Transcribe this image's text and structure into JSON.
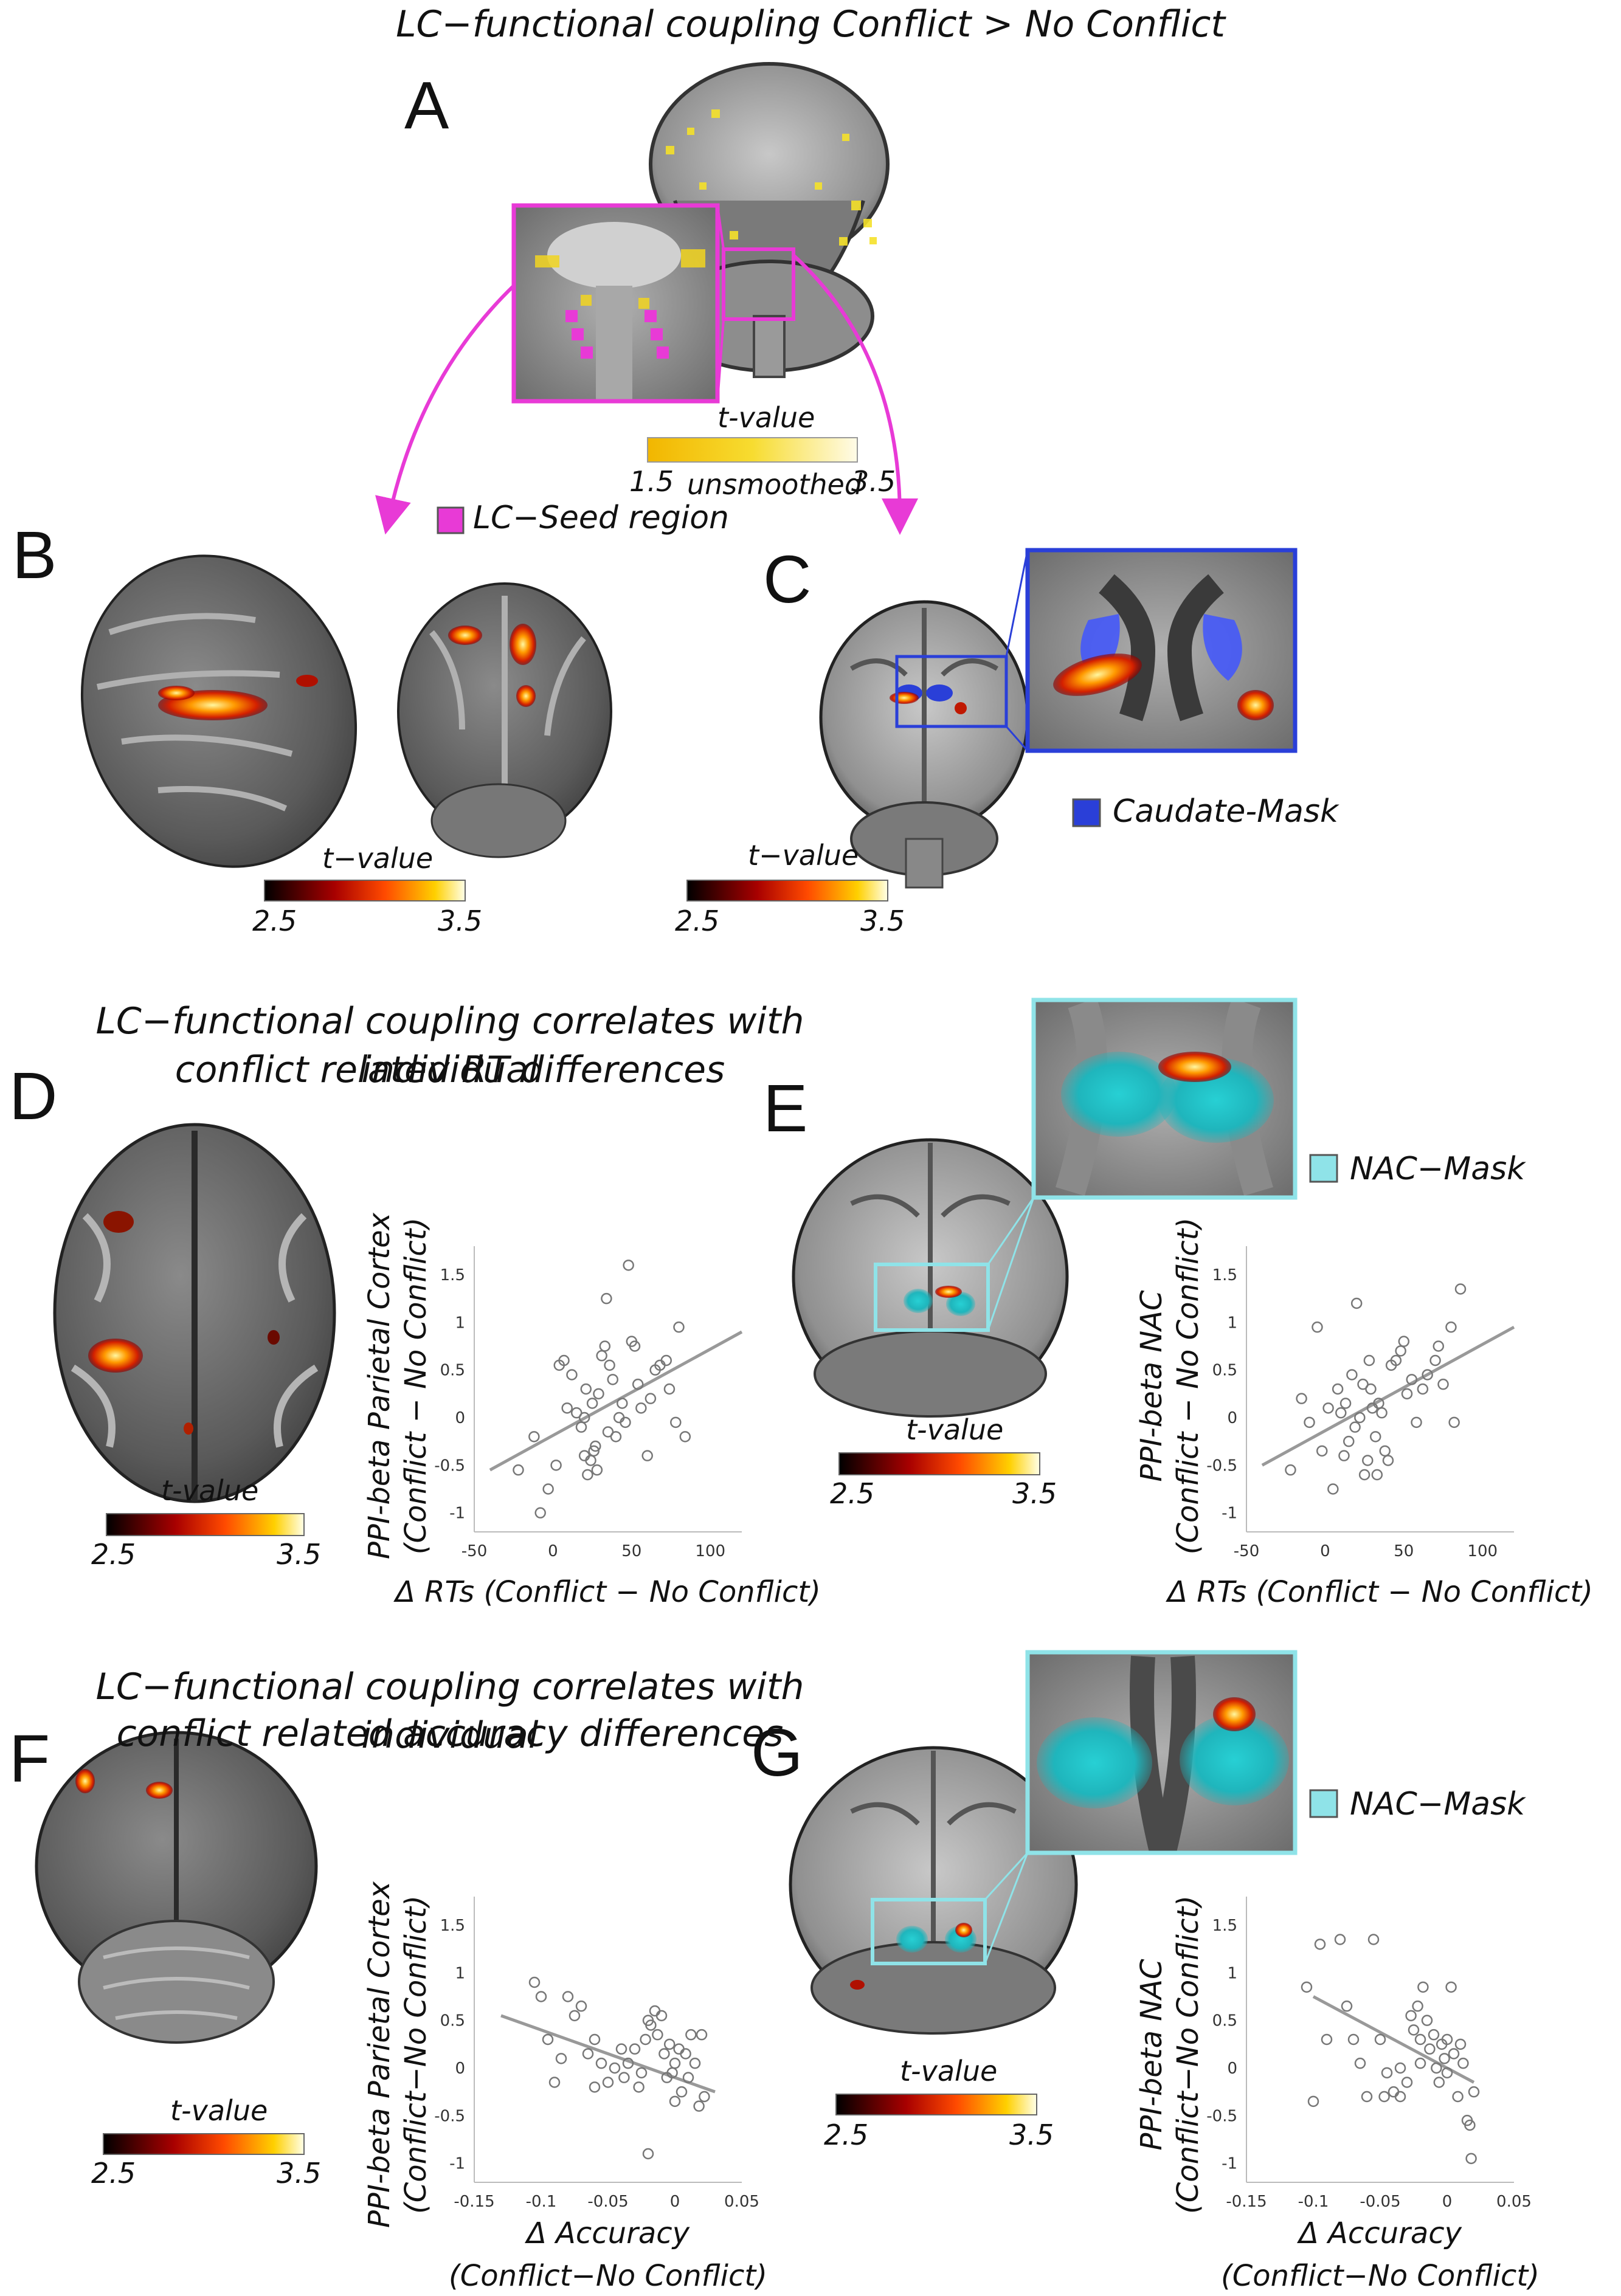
{
  "figure_title": "LC−functional coupling Conflict > No Conflict",
  "panels": {
    "A": {
      "letter": "A",
      "cbar_title": "t-value",
      "cbar_min": "1.5",
      "cbar_note": "unsmoothed",
      "cbar_max": "3.5",
      "legend": "LC−Seed region"
    },
    "B": {
      "letter": "B",
      "cbar_title": "t−value",
      "cbar_min": "2.5",
      "cbar_max": "3.5"
    },
    "C": {
      "letter": "C",
      "cbar_title": "t−value",
      "cbar_min": "2.5",
      "cbar_max": "3.5",
      "legend": "Caudate-Mask"
    },
    "D": {
      "letter": "D",
      "cbar_title": "t-value",
      "cbar_min": "2.5",
      "cbar_max": "3.5"
    },
    "E": {
      "letter": "E",
      "cbar_title": "t-value",
      "cbar_min": "2.5",
      "cbar_max": "3.5",
      "legend": "NAC−Mask"
    },
    "F": {
      "letter": "F",
      "cbar_title": "t-value",
      "cbar_min": "2.5",
      "cbar_max": "3.5"
    },
    "G": {
      "letter": "G",
      "cbar_title": "t-value",
      "cbar_min": "2.5",
      "cbar_max": "3.5",
      "legend": "NAC−Mask"
    }
  },
  "section_titles": {
    "rt_line1": "LC−functional coupling correlates with individual",
    "rt_line2": "conflict related RT differences",
    "acc_line1": "LC−functional coupling correlates with individual",
    "acc_line2": "conflict related accuracy differences"
  },
  "colors": {
    "magenta": "#e83ad6",
    "blue": "#2a3fd8",
    "cyan_mask": "#8fe3e8",
    "scatter": "#777777",
    "fit": "#999999"
  },
  "chart_data": [
    {
      "type": "scatter",
      "id": "D",
      "xlabel": "Δ RTs (Conflict  −  No Conflict)",
      "ylabel_line1": "PPI-beta Parietal Cortex",
      "ylabel_line2": "(Conflict  −  No Conflict)",
      "xlim": [
        -50,
        120
      ],
      "ylim": [
        -1.2,
        1.8
      ],
      "xticks": [
        -50,
        0,
        50,
        100
      ],
      "yticks": [
        -1,
        -0.5,
        0,
        0.5,
        1,
        1.5
      ],
      "fit": [
        [
          -40,
          -0.55
        ],
        [
          120,
          0.9
        ]
      ],
      "points": [
        [
          -8,
          -1.0
        ],
        [
          -3,
          -0.75
        ],
        [
          2,
          -0.5
        ],
        [
          4,
          0.55
        ],
        [
          7,
          0.6
        ],
        [
          9,
          0.1
        ],
        [
          12,
          0.45
        ],
        [
          15,
          0.05
        ],
        [
          18,
          -0.1
        ],
        [
          20,
          -0.4
        ],
        [
          21,
          0.3
        ],
        [
          22,
          -0.6
        ],
        [
          24,
          -0.45
        ],
        [
          25,
          0.15
        ],
        [
          27,
          -0.3
        ],
        [
          29,
          0.25
        ],
        [
          31,
          0.65
        ],
        [
          33,
          0.75
        ],
        [
          34,
          1.25
        ],
        [
          35,
          -0.15
        ],
        [
          36,
          0.55
        ],
        [
          38,
          0.4
        ],
        [
          40,
          -0.2
        ],
        [
          42,
          0.0
        ],
        [
          44,
          0.15
        ],
        [
          46,
          -0.05
        ],
        [
          48,
          1.6
        ],
        [
          50,
          0.8
        ],
        [
          52,
          0.75
        ],
        [
          54,
          0.35
        ],
        [
          56,
          0.1
        ],
        [
          60,
          -0.4
        ],
        [
          62,
          0.2
        ],
        [
          65,
          0.5
        ],
        [
          68,
          0.55
        ],
        [
          72,
          0.6
        ],
        [
          74,
          0.3
        ],
        [
          78,
          -0.05
        ],
        [
          80,
          0.95
        ],
        [
          84,
          -0.2
        ],
        [
          -22,
          -0.55
        ],
        [
          -12,
          -0.2
        ],
        [
          28,
          -0.55
        ],
        [
          26,
          -0.35
        ],
        [
          20,
          0.0
        ]
      ]
    },
    {
      "type": "scatter",
      "id": "E",
      "xlabel": "Δ RTs (Conflict  −  No Conflict)",
      "ylabel_line1": "PPI-beta NAC",
      "ylabel_line2": "(Conflict  −  No Conflict)",
      "xlim": [
        -50,
        120
      ],
      "ylim": [
        -1.2,
        1.8
      ],
      "xticks": [
        -50,
        0,
        50,
        100
      ],
      "yticks": [
        -1,
        -0.5,
        0,
        0.5,
        1,
        1.5
      ],
      "fit": [
        [
          -40,
          -0.5
        ],
        [
          120,
          0.95
        ]
      ],
      "points": [
        [
          -22,
          -0.55
        ],
        [
          -10,
          -0.05
        ],
        [
          -5,
          0.95
        ],
        [
          -2,
          -0.35
        ],
        [
          2,
          0.1
        ],
        [
          5,
          -0.75
        ],
        [
          8,
          0.3
        ],
        [
          10,
          0.05
        ],
        [
          13,
          0.15
        ],
        [
          15,
          -0.25
        ],
        [
          17,
          0.45
        ],
        [
          19,
          -0.1
        ],
        [
          20,
          1.2
        ],
        [
          22,
          0.0
        ],
        [
          24,
          0.35
        ],
        [
          25,
          -0.6
        ],
        [
          27,
          -0.45
        ],
        [
          29,
          0.3
        ],
        [
          30,
          0.1
        ],
        [
          32,
          -0.2
        ],
        [
          34,
          0.15
        ],
        [
          36,
          0.05
        ],
        [
          38,
          -0.35
        ],
        [
          40,
          -0.45
        ],
        [
          42,
          0.55
        ],
        [
          45,
          0.6
        ],
        [
          48,
          0.7
        ],
        [
          50,
          0.8
        ],
        [
          52,
          0.25
        ],
        [
          55,
          0.4
        ],
        [
          58,
          -0.05
        ],
        [
          62,
          0.3
        ],
        [
          65,
          0.45
        ],
        [
          70,
          0.6
        ],
        [
          72,
          0.75
        ],
        [
          75,
          0.35
        ],
        [
          80,
          0.95
        ],
        [
          82,
          -0.05
        ],
        [
          86,
          1.35
        ],
        [
          -15,
          0.2
        ],
        [
          12,
          -0.4
        ],
        [
          28,
          0.6
        ],
        [
          33,
          -0.6
        ]
      ]
    },
    {
      "type": "scatter",
      "id": "F",
      "xlabel_line1": "Δ Accuracy",
      "xlabel_line2": "(Conflict−No Conflict)",
      "ylabel_line1": "PPI-beta Parietal Cortex",
      "ylabel_line2": "(Conflict−No Conflict)",
      "xlim": [
        -0.15,
        0.05
      ],
      "ylim": [
        -1.2,
        1.8
      ],
      "xticks": [
        -0.15,
        -0.1,
        -0.05,
        0,
        0.05
      ],
      "yticks": [
        -1,
        -0.5,
        0,
        0.5,
        1,
        1.5
      ],
      "fit": [
        [
          -0.13,
          0.55
        ],
        [
          0.03,
          -0.25
        ]
      ],
      "points": [
        [
          -0.105,
          0.9
        ],
        [
          -0.1,
          0.75
        ],
        [
          -0.095,
          0.3
        ],
        [
          -0.09,
          -0.15
        ],
        [
          -0.08,
          0.75
        ],
        [
          -0.075,
          0.55
        ],
        [
          -0.07,
          0.65
        ],
        [
          -0.065,
          0.15
        ],
        [
          -0.06,
          0.3
        ],
        [
          -0.055,
          0.05
        ],
        [
          -0.05,
          -0.15
        ],
        [
          -0.045,
          0.0
        ],
        [
          -0.04,
          0.2
        ],
        [
          -0.038,
          -0.1
        ],
        [
          -0.035,
          0.05
        ],
        [
          -0.03,
          0.2
        ],
        [
          -0.027,
          -0.2
        ],
        [
          -0.025,
          -0.05
        ],
        [
          -0.022,
          0.3
        ],
        [
          -0.02,
          0.5
        ],
        [
          -0.018,
          0.45
        ],
        [
          -0.015,
          0.6
        ],
        [
          -0.013,
          0.35
        ],
        [
          -0.01,
          0.55
        ],
        [
          -0.008,
          0.15
        ],
        [
          -0.006,
          -0.1
        ],
        [
          -0.004,
          0.25
        ],
        [
          -0.002,
          -0.05
        ],
        [
          0.0,
          0.05
        ],
        [
          0.003,
          0.2
        ],
        [
          0.005,
          -0.25
        ],
        [
          0.008,
          0.15
        ],
        [
          0.01,
          -0.1
        ],
        [
          0.012,
          0.35
        ],
        [
          0.015,
          0.05
        ],
        [
          0.018,
          -0.4
        ],
        [
          0.02,
          0.35
        ],
        [
          0.022,
          -0.3
        ],
        [
          -0.02,
          -0.9
        ],
        [
          -0.06,
          -0.2
        ],
        [
          -0.085,
          0.1
        ],
        [
          0.0,
          -0.35
        ]
      ]
    },
    {
      "type": "scatter",
      "id": "G",
      "xlabel_line1": "Δ Accuracy",
      "xlabel_line2": "(Conflict−No Conflict)",
      "ylabel_line1": "PPI-beta NAC",
      "ylabel_line2": "(Conflict−No Conflict)",
      "xlim": [
        -0.15,
        0.05
      ],
      "ylim": [
        -1.2,
        1.8
      ],
      "xticks": [
        -0.15,
        -0.1,
        -0.05,
        0,
        0.05
      ],
      "yticks": [
        -1,
        -0.5,
        0,
        0.5,
        1,
        1.5
      ],
      "fit": [
        [
          -0.1,
          0.75
        ],
        [
          0.02,
          -0.15
        ]
      ],
      "points": [
        [
          -0.105,
          0.85
        ],
        [
          -0.1,
          -0.35
        ],
        [
          -0.095,
          1.3
        ],
        [
          -0.09,
          0.3
        ],
        [
          -0.08,
          1.35
        ],
        [
          -0.075,
          0.65
        ],
        [
          -0.07,
          0.3
        ],
        [
          -0.065,
          0.05
        ],
        [
          -0.06,
          -0.3
        ],
        [
          -0.055,
          1.35
        ],
        [
          -0.05,
          0.3
        ],
        [
          -0.047,
          -0.3
        ],
        [
          -0.045,
          -0.05
        ],
        [
          -0.04,
          -0.25
        ],
        [
          -0.035,
          0.0
        ],
        [
          -0.03,
          -0.15
        ],
        [
          -0.027,
          0.55
        ],
        [
          -0.025,
          0.4
        ],
        [
          -0.022,
          0.65
        ],
        [
          -0.02,
          0.05
        ],
        [
          -0.018,
          0.85
        ],
        [
          -0.015,
          0.5
        ],
        [
          -0.013,
          0.2
        ],
        [
          -0.01,
          0.35
        ],
        [
          -0.008,
          0.0
        ],
        [
          -0.006,
          -0.15
        ],
        [
          -0.004,
          0.25
        ],
        [
          -0.002,
          0.1
        ],
        [
          0.0,
          -0.05
        ],
        [
          0.003,
          0.85
        ],
        [
          0.005,
          0.15
        ],
        [
          0.008,
          -0.3
        ],
        [
          0.01,
          0.25
        ],
        [
          0.012,
          0.05
        ],
        [
          0.015,
          -0.55
        ],
        [
          0.017,
          -0.6
        ],
        [
          0.018,
          -0.95
        ],
        [
          0.02,
          -0.25
        ],
        [
          -0.02,
          0.3
        ],
        [
          -0.035,
          -0.3
        ],
        [
          0.0,
          0.3
        ]
      ]
    }
  ]
}
